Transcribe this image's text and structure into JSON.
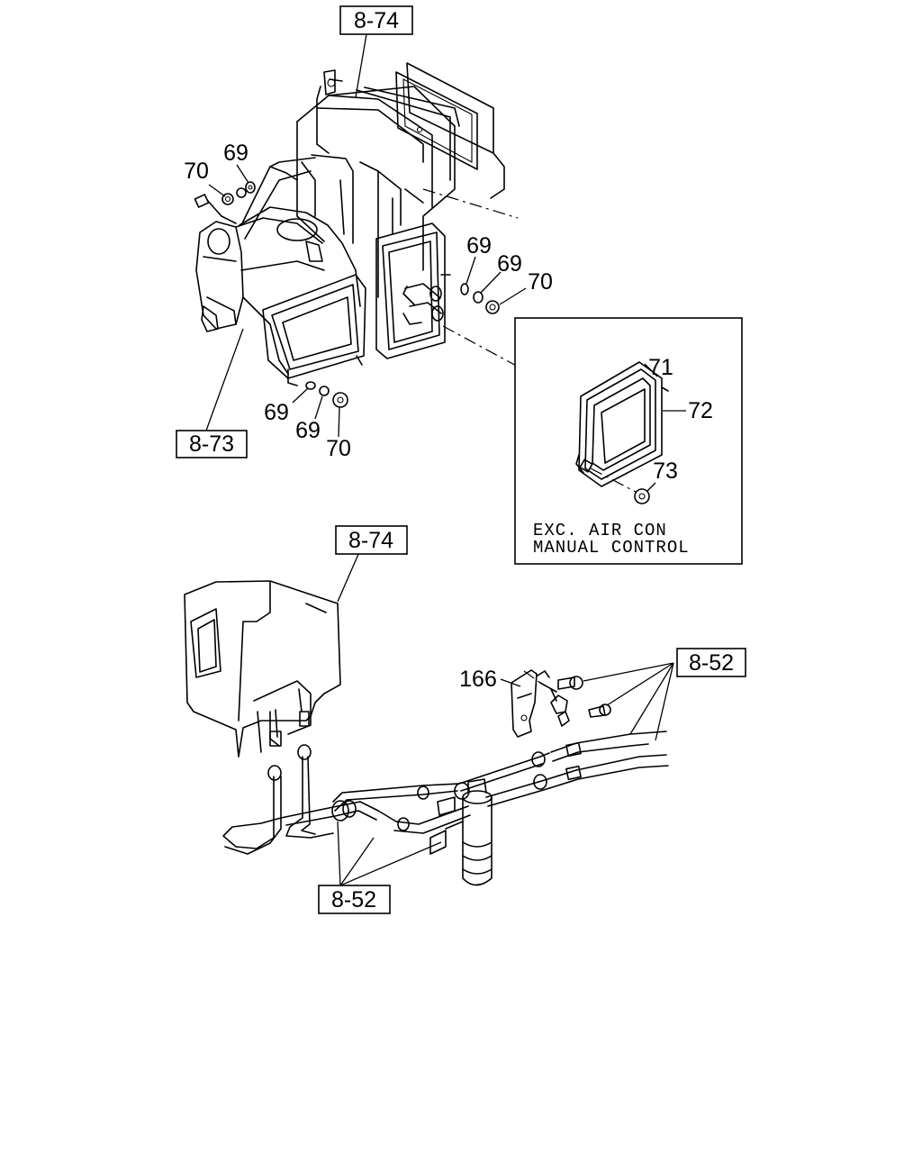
{
  "references": {
    "heater_unit_top": "8-74",
    "blower_unit": "8-73",
    "heater_unit_bottom": "8-74",
    "pipe_right": "8-52",
    "pipe_bottom": "8-52"
  },
  "part_numbers": {
    "washer_a": "69",
    "nut_a": "70",
    "washer_b": "69",
    "washer_c": "69",
    "nut_b": "70",
    "washer_d": "69",
    "washer_e": "69",
    "nut_c": "70",
    "seal_outer": "71",
    "seal_frame": "72",
    "nut_seal": "73",
    "bracket": "166"
  },
  "inset_note": {
    "line1": "EXC. AIR CON",
    "line2": "MANUAL CONTROL"
  }
}
